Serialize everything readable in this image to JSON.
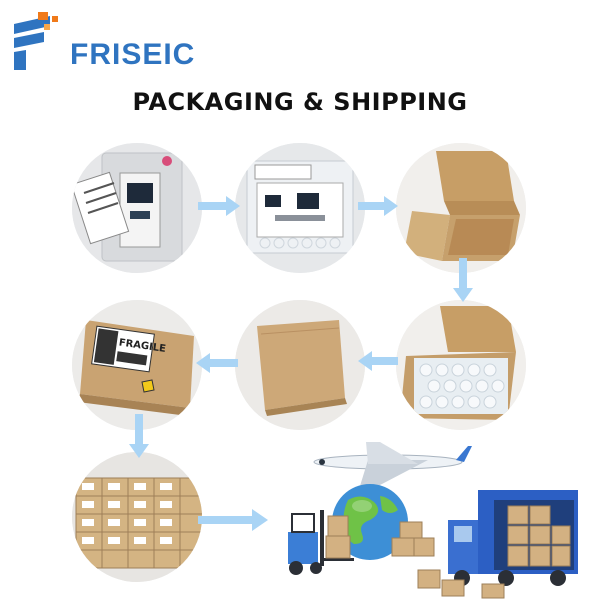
{
  "brand": {
    "name": "FRISEIC",
    "color": "#2f74c0",
    "accent": "#f07a1a"
  },
  "heading": "PACKAGING & SHIPPING",
  "steps": [
    {
      "name": "board-in-esd-bag"
    },
    {
      "name": "board-in-bubble-wrap"
    },
    {
      "name": "open-empty-box"
    },
    {
      "name": "box-with-bubble-padding"
    },
    {
      "name": "closed-box"
    },
    {
      "name": "box-with-label"
    },
    {
      "name": "stacked-boxes"
    }
  ],
  "box_label": {
    "fragile": "FRAGILE"
  },
  "colors": {
    "arrow": "#a9d4f5",
    "kraft": "#c9a676",
    "kraft_dark": "#a98557",
    "globe": "#3d8fd6",
    "truck": "#2c5fc4"
  }
}
